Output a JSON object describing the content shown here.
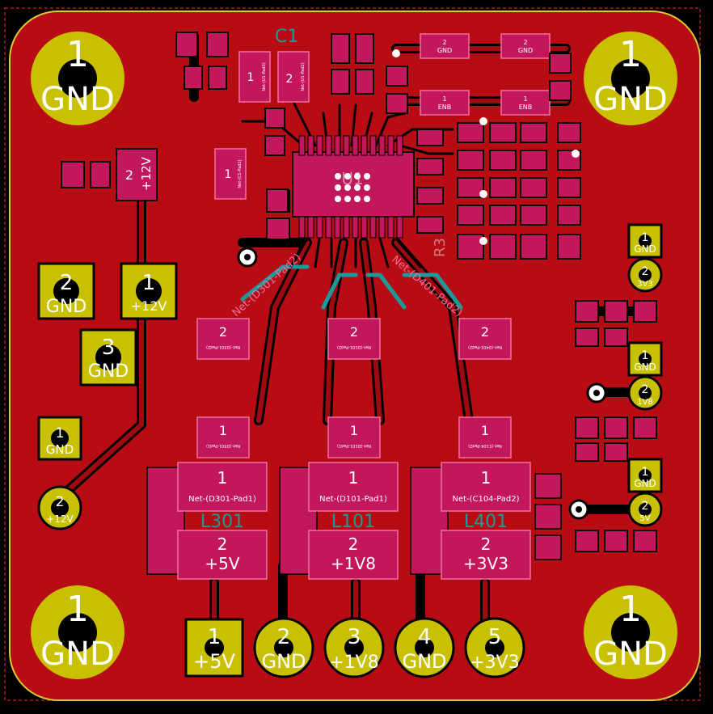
{
  "colors": {
    "background": "#000000",
    "copper": "#b80c14",
    "pad_pink": "#c2185b",
    "pad_outline": "#f06fa0",
    "thru_hole": "#c8c000",
    "drill": "#000000",
    "silk": "#e8e8e8",
    "silk_blue": "#1a9a9a",
    "edge_yellow": "#d8cc30",
    "trace": "#a00910"
  },
  "mounting_holes": [
    {
      "number": "1",
      "net": "GND"
    },
    {
      "number": "1",
      "net": "GND"
    },
    {
      "number": "1",
      "net": "GND"
    },
    {
      "number": "1",
      "net": "GND"
    }
  ],
  "power_input": {
    "cap_pad": {
      "number": "2",
      "net": "+12V"
    },
    "connector_a": [
      {
        "number": "2",
        "net": "GND"
      },
      {
        "number": "1",
        "net": "+12V"
      },
      {
        "number": "3",
        "net": "GND"
      }
    ],
    "connector_b": [
      {
        "number": "1",
        "net": "GND"
      },
      {
        "number": "2",
        "net": "+12V"
      }
    ]
  },
  "top_parts": {
    "pad_1_a": {
      "number": "1",
      "net": "Net-(U1-Pad3)"
    },
    "pad_2_a": {
      "number": "2",
      "net": "Net-(U1-Pad2)"
    },
    "pad_1_b": {
      "number": "1",
      "net": "Net-(C1-Pad1)"
    },
    "pad_gnd_1": {
      "number": "2",
      "net": "GND"
    },
    "pad_gnd_2": {
      "number": "2",
      "net": "GND"
    },
    "pad_enb_1": {
      "number": "1",
      "net": "ENB"
    },
    "pad_enb_2": {
      "number": "1",
      "net": "ENB"
    },
    "ic_label": "U1",
    "ic_ref": "R3"
  },
  "net_labels": {
    "d301_pad2": "Net-(D301-Pad2)",
    "d401_pad2": "Net-(D401-Pad2)"
  },
  "diodes": [
    {
      "pad2": "2",
      "pad2_net": "Net-(D301-Pad2)",
      "pad1": "1",
      "pad1_net": "Net-(D301-Pad1)"
    },
    {
      "pad2": "2",
      "pad2_net": "Net-(D101-Pad2)",
      "pad1": "1",
      "pad1_net": "Net-(D101-Pad1)"
    },
    {
      "pad2": "2",
      "pad2_net": "Net-(D401-Pad2)",
      "pad1": "1",
      "pad1_net": "Net-(C104-Pad2)"
    }
  ],
  "inductors": [
    {
      "ref": "L301",
      "pad1": "1",
      "pad1_net": "Net-(D301-Pad1)",
      "pad2": "2",
      "pad2_net": "+5V"
    },
    {
      "ref": "L101",
      "pad1": "1",
      "pad1_net": "Net-(D101-Pad1)",
      "pad2": "2",
      "pad2_net": "+1V8"
    },
    {
      "ref": "L401",
      "pad1": "1",
      "pad1_net": "Net-(C104-Pad2)",
      "pad2": "2",
      "pad2_net": "+3V3"
    }
  ],
  "right_connectors": [
    {
      "pad1": "1",
      "pad1_net": "GND",
      "pad2": "2",
      "pad2_net": "3V3"
    },
    {
      "pad1": "1",
      "pad1_net": "GND",
      "pad2": "2",
      "pad2_net": "1V8"
    },
    {
      "pad1": "1",
      "pad1_net": "GND",
      "pad2": "2",
      "pad2_net": "5V"
    }
  ],
  "output_connector": [
    {
      "number": "1",
      "net": "+5V"
    },
    {
      "number": "2",
      "net": "GND"
    },
    {
      "number": "3",
      "net": "+1V8"
    },
    {
      "number": "4",
      "net": "GND"
    },
    {
      "number": "5",
      "net": "+3V3"
    }
  ]
}
